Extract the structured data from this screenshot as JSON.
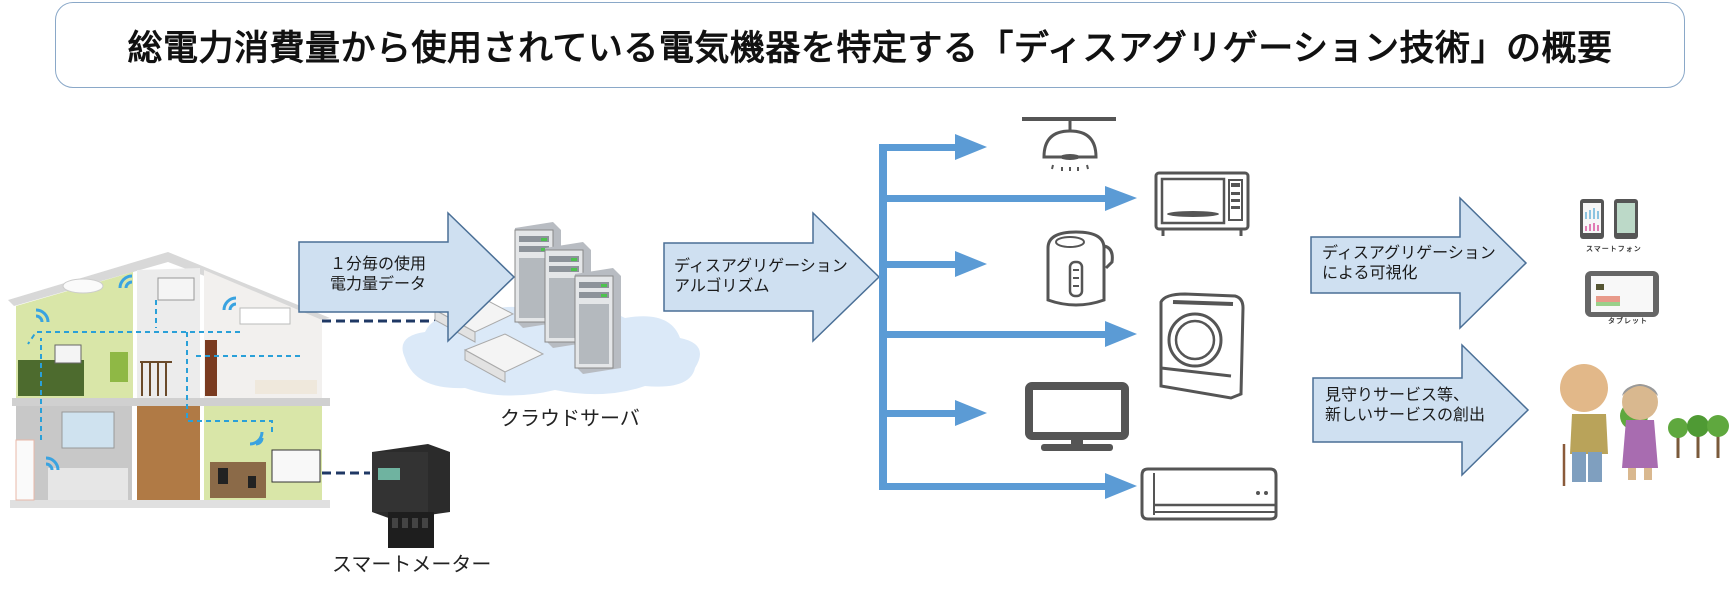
{
  "title": "総電力消費量から使用されている電気機器を特定する「ディスアグリゲーション技術」の概要",
  "colors": {
    "arrow_fill": "#cfe0f1",
    "arrow_stroke": "#4a6f96",
    "branch_blue": "#5b9bd5",
    "appliance_gray": "#555555",
    "dashed_line": "#1f3864",
    "wifi_blue": "#3aa3e0"
  },
  "flow": {
    "data_arrow": {
      "line1": "１分毎の使用",
      "line2": "電力量データ"
    },
    "algorithm_arrow": {
      "line1": "ディスアグリゲーション",
      "line2": "アルゴリズム"
    },
    "visualize_arrow": {
      "line1": "ディスアグリゲーション",
      "line2": "による可視化"
    },
    "service_arrow": {
      "line1": "見守りサービス等、",
      "line2": "新しいサービスの創出"
    }
  },
  "labels": {
    "cloud_server": "クラウドサーバ",
    "smart_meter": "スマートメーター",
    "smartphone": "スマートフォン",
    "tablet": "タブレット"
  },
  "appliances": [
    {
      "name": "ceiling-light"
    },
    {
      "name": "microwave"
    },
    {
      "name": "electric-pot"
    },
    {
      "name": "washing-machine"
    },
    {
      "name": "television"
    },
    {
      "name": "air-conditioner"
    }
  ]
}
